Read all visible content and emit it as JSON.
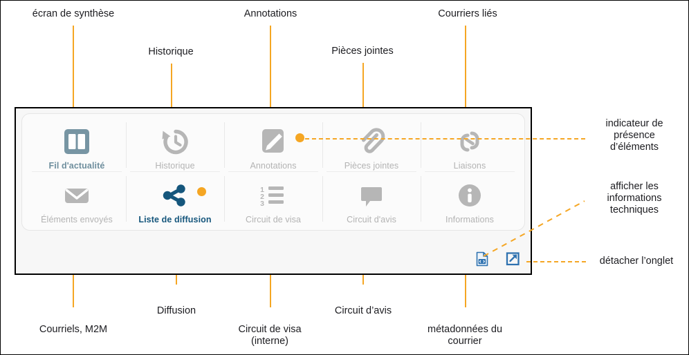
{
  "colors": {
    "leader": "#f5a623",
    "accent_dot": "#f5a623",
    "icon_inactive": "#b6b6b6",
    "icon_active_light": "#7795a3",
    "icon_active_dark": "#15567c",
    "label_text": "#1c1c20",
    "panel_border": "#000000"
  },
  "callouts": {
    "top": [
      {
        "id": "ecran-de-synthese",
        "text": "écran de synthèse"
      },
      {
        "id": "annotations",
        "text": "Annotations"
      },
      {
        "id": "courriers-lies",
        "text": "Courriers liés"
      },
      {
        "id": "historique",
        "text": "Historique"
      },
      {
        "id": "pieces-jointes",
        "text": "Pièces jointes"
      }
    ],
    "right": [
      {
        "id": "indicateur-presence",
        "text": "indicateur de\npésence\nd’éléments",
        "display": "indicateur de\nprésence\nd’éléments"
      },
      {
        "id": "afficher-infos-techniques",
        "display": "afficher les\ninformations\ntechniques"
      },
      {
        "id": "detacher-onglet",
        "display": "détacher l’onglet"
      }
    ],
    "bottom": [
      {
        "id": "courriels-m2m",
        "display": "Courriels, M2M"
      },
      {
        "id": "diffusion",
        "display": "Diffusion"
      },
      {
        "id": "circuit-de-visa-interne",
        "display": "Circuit de visa\n(interne)"
      },
      {
        "id": "circuit-davis",
        "display": "Circuit d’avis"
      },
      {
        "id": "metadonnees-du-courrier",
        "display": "métadonnées du\ncourrier"
      }
    ]
  },
  "panel": {
    "tiles": [
      {
        "id": "fil-dactualite",
        "label": "Fil d'actualité",
        "icon": "columns-icon",
        "state": "active-light",
        "dot": false
      },
      {
        "id": "historique",
        "label": "Historique",
        "icon": "history-icon",
        "state": "inactive",
        "dot": false
      },
      {
        "id": "annotations",
        "label": "Annotations",
        "icon": "pencil-square-icon",
        "state": "inactive",
        "dot": true
      },
      {
        "id": "pieces-jointes",
        "label": "Pièces jointes",
        "icon": "paperclip-icon",
        "state": "inactive",
        "dot": false
      },
      {
        "id": "liaisons",
        "label": "Liaisons",
        "icon": "link-icon",
        "state": "inactive",
        "dot": false
      },
      {
        "id": "elements-envoyes",
        "label": "Éléments envoyés",
        "icon": "envelope-icon",
        "state": "inactive",
        "dot": false
      },
      {
        "id": "liste-de-diffusion",
        "label": "Liste de diffusion",
        "icon": "share-nodes-icon",
        "state": "active-dark",
        "dot": true
      },
      {
        "id": "circuit-de-visa",
        "label": "Circuit de visa",
        "icon": "numbered-list-icon",
        "state": "inactive",
        "dot": false
      },
      {
        "id": "circuit-davis",
        "label": "Circuit d'avis",
        "icon": "speech-bubble-icon",
        "state": "inactive",
        "dot": false
      },
      {
        "id": "informations",
        "label": "Informations",
        "icon": "info-circle-icon",
        "state": "inactive",
        "dot": false
      }
    ],
    "actions": [
      {
        "id": "show-technical-info",
        "icon": "file-code-icon"
      },
      {
        "id": "detach-tab",
        "icon": "external-link-icon"
      }
    ]
  }
}
